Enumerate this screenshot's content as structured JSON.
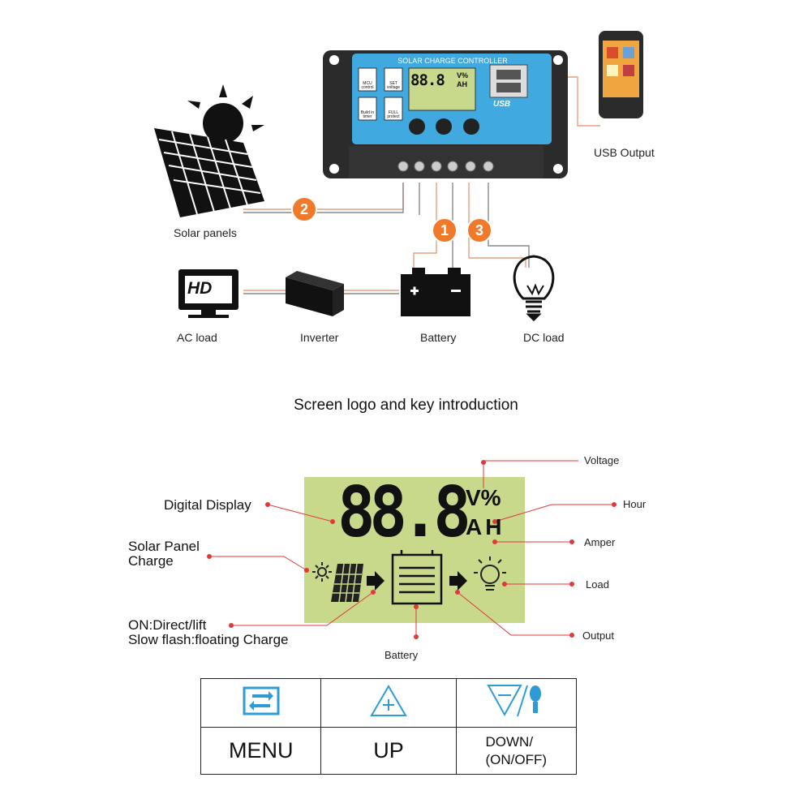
{
  "top": {
    "controller_title": "SOLAR CHARGE CONTROLLER",
    "lcd_mini": "88.8",
    "lcd_mini_unit1": "V%",
    "lcd_mini_unit2": "AH",
    "button_labels": {
      "mcu": "MCU control",
      "set": "SET voltage",
      "timer": "Build in timer",
      "full": "FULL protect"
    },
    "usb_badge": "USB",
    "labels": {
      "usb_output": "USB Output",
      "solar_panels": "Solar panels",
      "ac_load": "AC load",
      "inverter": "Inverter",
      "battery": "Battery",
      "dc_load": "DC load"
    },
    "numbers": [
      "1",
      "2",
      "3"
    ],
    "tv_badge": "HD"
  },
  "section_title": "Screen logo and key introduction",
  "lcd": {
    "digits": "88.8",
    "unit_top": "V%",
    "unit_bottom": "AH"
  },
  "callouts": {
    "voltage": "Voltage",
    "hour": "Hour",
    "amper": "Amper",
    "load": "Load",
    "output": "Output",
    "battery": "Battery",
    "digital_display": "Digital Display",
    "solar_panel_charge_1": "Solar Panel",
    "solar_panel_charge_2": "Charge",
    "on_direct": "ON:Direct/lift",
    "slow_flash": "Slow flash:floating Charge"
  },
  "keys": {
    "menu": "MENU",
    "up": "UP",
    "down_1": "DOWN/",
    "down_2": "(ON/OFF)"
  },
  "colors": {
    "panel_blue": "#3fa9e0",
    "lcd_green": "#c8d98c",
    "callout_red": "#e0393b",
    "badge_orange": "#f07a2a",
    "key_icon_blue": "#2e9bd6"
  }
}
